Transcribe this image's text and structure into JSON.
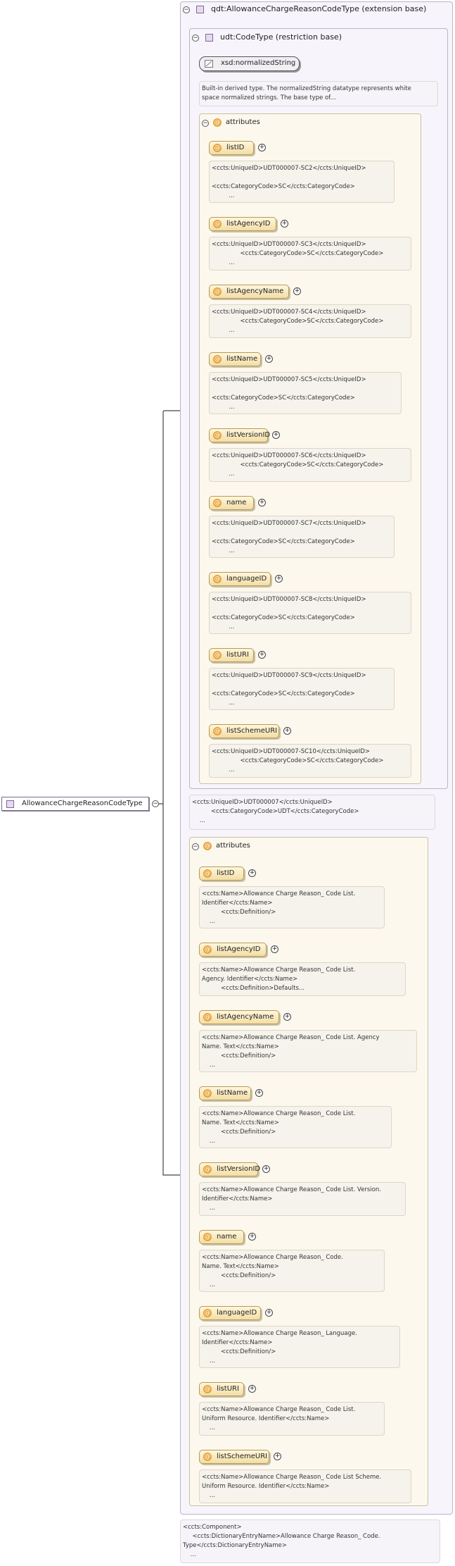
{
  "root": {
    "name": "AllowanceChargeReasonCodeType"
  },
  "ext": {
    "title": "qdt:AllowanceChargeReasonCodeType (extension base)"
  },
  "restr": {
    "title": "udt:CodeType (restriction base)",
    "simple_type": "xsd:normalizedString",
    "simple_doc": "Built-in derived type. The normalizedString datatype represents white\nspace normalized strings. The base type of...",
    "attributes_label": "attributes",
    "attrs": [
      {
        "name": "listID",
        "doc": "<ccts:UniqueID>UDT000007-SC2</ccts:UniqueID>\n\n<ccts:CategoryCode>SC</ccts:CategoryCode>\n         ..."
      },
      {
        "name": "listAgencyID",
        "doc": "<ccts:UniqueID>UDT000007-SC3</ccts:UniqueID>\n               <ccts:CategoryCode>SC</ccts:CategoryCode>\n         ..."
      },
      {
        "name": "listAgencyName",
        "doc": "<ccts:UniqueID>UDT000007-SC4</ccts:UniqueID>\n               <ccts:CategoryCode>SC</ccts:CategoryCode>\n         ..."
      },
      {
        "name": "listName",
        "doc": "<ccts:UniqueID>UDT000007-SC5</ccts:UniqueID>\n\n<ccts:CategoryCode>SC</ccts:CategoryCode>\n         ..."
      },
      {
        "name": "listVersionID",
        "doc": "<ccts:UniqueID>UDT000007-SC6</ccts:UniqueID>\n               <ccts:CategoryCode>SC</ccts:CategoryCode>\n         ..."
      },
      {
        "name": "name",
        "doc": "<ccts:UniqueID>UDT000007-SC7</ccts:UniqueID>\n\n<ccts:CategoryCode>SC</ccts:CategoryCode>\n         ..."
      },
      {
        "name": "languageID",
        "doc": "<ccts:UniqueID>UDT000007-SC8</ccts:UniqueID>\n\n<ccts:CategoryCode>SC</ccts:CategoryCode>\n         ..."
      },
      {
        "name": "listURI",
        "doc": "<ccts:UniqueID>UDT000007-SC9</ccts:UniqueID>\n\n<ccts:CategoryCode>SC</ccts:CategoryCode>\n         ..."
      },
      {
        "name": "listSchemeURI",
        "doc": "<ccts:UniqueID>UDT000007-SC10</ccts:UniqueID>\n               <ccts:CategoryCode>SC</ccts:CategoryCode>\n         ..."
      }
    ]
  },
  "ext_doc": "<ccts:UniqueID>UDT000007</ccts:UniqueID>\n          <ccts:CategoryCode>UDT</ccts:CategoryCode>\n    ...",
  "ext_attrs": {
    "label": "attributes",
    "items": [
      {
        "name": "listID",
        "doc": "<ccts:Name>Allowance Charge Reason_ Code List.\nIdentifier</ccts:Name>\n          <ccts:Definition/>\n    ..."
      },
      {
        "name": "listAgencyID",
        "doc": "<ccts:Name>Allowance Charge Reason_ Code List.\nAgency. Identifier</ccts:Name>\n          <ccts:Definition>Defaults..."
      },
      {
        "name": "listAgencyName",
        "doc": "<ccts:Name>Allowance Charge Reason_ Code List. Agency\nName. Text</ccts:Name>\n          <ccts:Definition/>\n    ..."
      },
      {
        "name": "listName",
        "doc": "<ccts:Name>Allowance Charge Reason_ Code List.\nName. Text</ccts:Name>\n          <ccts:Definition/>\n    ..."
      },
      {
        "name": "listVersionID",
        "doc": "<ccts:Name>Allowance Charge Reason_ Code List. Version.\nIdentifier</ccts:Name>\n    ..."
      },
      {
        "name": "name",
        "doc": "<ccts:Name>Allowance Charge Reason_ Code.\nName. Text</ccts:Name>\n          <ccts:Definition/>\n    ..."
      },
      {
        "name": "languageID",
        "doc": "<ccts:Name>Allowance Charge Reason_ Language.\nIdentifier</ccts:Name>\n          <ccts:Definition/>\n    ..."
      },
      {
        "name": "listURI",
        "doc": "<ccts:Name>Allowance Charge Reason_ Code List.\nUniform Resource. Identifier</ccts:Name>\n    ..."
      },
      {
        "name": "listSchemeURI",
        "doc": "<ccts:Name>Allowance Charge Reason_ Code List Scheme.\nUniform Resource. Identifier</ccts:Name>\n    ..."
      }
    ]
  },
  "bottom_doc": "<ccts:Component>\n     <ccts:DictionaryEntryName>Allowance Charge Reason_ Code.\nType</ccts:DictionaryEntryName>\n    ..."
}
